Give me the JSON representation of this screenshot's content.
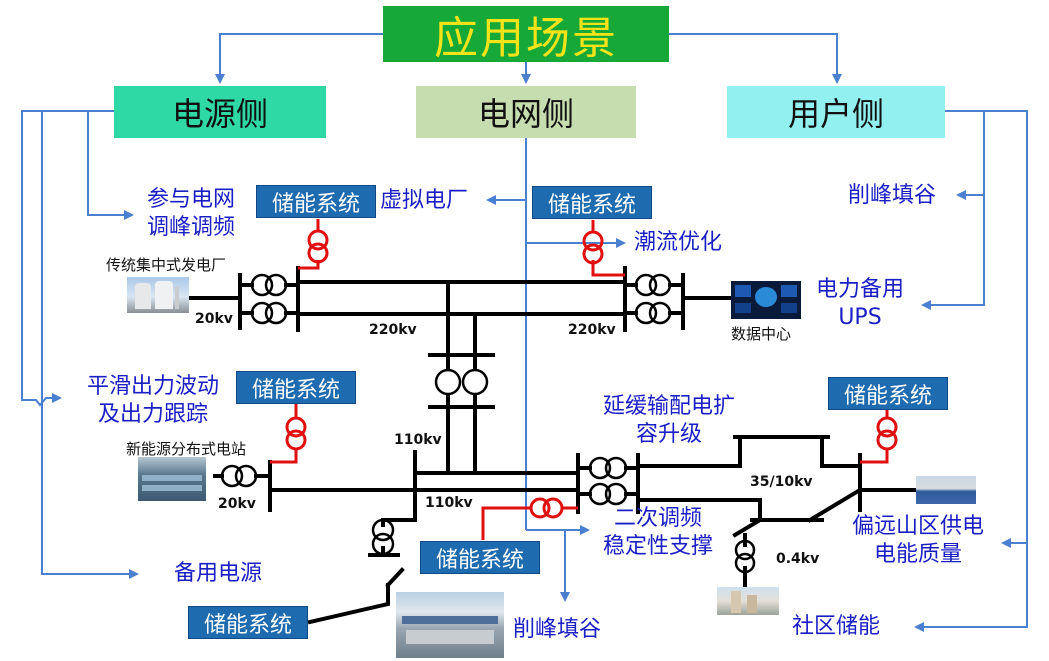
{
  "title": "应用场景",
  "categories": {
    "source": "电源侧",
    "grid": "电网侧",
    "user": "用户侧"
  },
  "ess_label": "储能系统",
  "labels": {
    "peak_freq_1": "参与电网",
    "peak_freq_2": "调峰调频",
    "virtual_plant": "虚拟电厂",
    "power_flow": "潮流优化",
    "peak_valley_user": "削峰填谷",
    "backup_1": "电力备用",
    "backup_2": "UPS",
    "smooth_1": "平滑出力波动",
    "smooth_2": "及出力跟踪",
    "defer_1": "延缓输配电扩",
    "defer_2": "容升级",
    "secondary_1": "二次调频",
    "secondary_2": "稳定性支撑",
    "remote_1": "偏远山区供电",
    "remote_2": "电能质量",
    "backup_power": "备用电源",
    "peak_valley_grid": "削峰填谷",
    "community": "社区储能"
  },
  "captions": {
    "traditional_plant": "传统集中式发电厂",
    "data_center": "数据中心",
    "renewable_plant": "新能源分布式电站"
  },
  "voltages": {
    "v20_top": "20kv",
    "v220_left": "220kv",
    "v220_right": "220kv",
    "v110_upper": "110kv",
    "v110_lower": "110kv",
    "v20_bottom": "20kv",
    "v35_10": "35/10kv",
    "v04": "0.4kv"
  },
  "colors": {
    "title_bg": "#17a937",
    "title_text": "#f5e31a",
    "source_bg": "#2fd9a6",
    "grid_bg": "#c6ddb0",
    "user_bg": "#93f0f0",
    "ess_bg": "#1e6bb0",
    "arrow": "#4b7fcf",
    "label_text": "#1a1fc4",
    "ess_link": "#e01010"
  }
}
